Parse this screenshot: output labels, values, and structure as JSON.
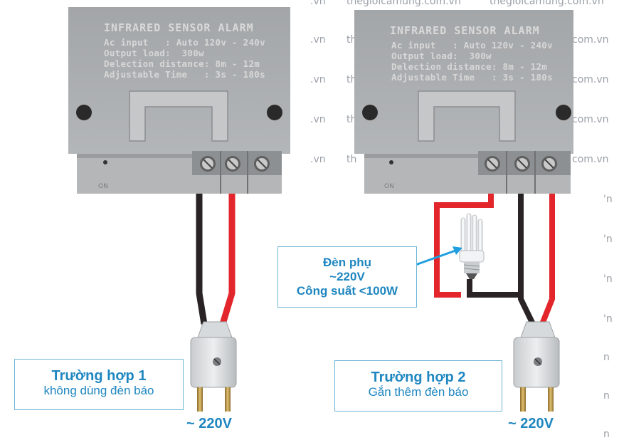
{
  "watermark": {
    "domain_tail": ".vn",
    "site_text": "thegioicamung.com.vn",
    "partial_prefix": "th",
    "partial_suffix": "com.vn",
    "right_mark_a": "'n",
    "right_mark_b": "n"
  },
  "sensor_label": {
    "title": "INFRARED SENSOR ALARM",
    "lines": [
      "Ac input   : Auto 120v - 240v",
      "Output load:  300w",
      "Delection distance: 8m - 12m",
      "Adjustable Time   : 3s - 180s"
    ],
    "on_mark": "ON"
  },
  "case1": {
    "title": "Trường hợp 1",
    "subtitle": "không dùng đèn báo",
    "voltage": "~ 220V"
  },
  "case2": {
    "title": "Trường hợp 2",
    "subtitle": "Gắn thêm đèn báo",
    "voltage": "~ 220V"
  },
  "lamp_callout": {
    "line1": "Đèn phụ",
    "line2": "~220V",
    "line3": "Công suất <100W"
  },
  "colors": {
    "accent": "#1e86c0",
    "wire_red": "#e3262b",
    "wire_black": "#2a2326",
    "housing": "#a9acae",
    "callout_border": "#6fb6d6"
  },
  "icons": [
    "sensor-housing",
    "terminal-screw",
    "mounting-hole",
    "power-plug",
    "cfl-bulb",
    "arrow"
  ]
}
